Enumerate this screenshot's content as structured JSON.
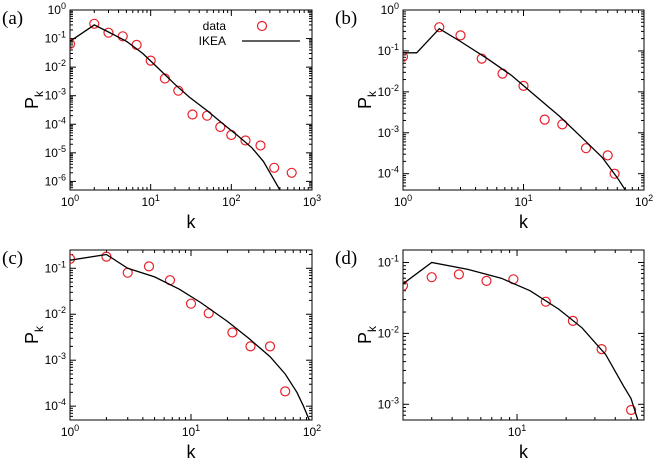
{
  "colors": {
    "data_marker": "#e8202a",
    "model_line": "#000000",
    "frame": "#000000"
  },
  "legend": {
    "data_label": "data",
    "model_label": "IKEA"
  },
  "chart_data": [
    {
      "type": "scatter",
      "panel_label": "(a)",
      "xlabel": "k",
      "ylabel": {
        "main": "P",
        "sub": "k"
      },
      "xscale": "log",
      "yscale": "log",
      "xlim": [
        1,
        1000
      ],
      "ylim": [
        5e-07,
        1
      ],
      "xticks": [
        {
          "base": "10",
          "exp": "0",
          "value": 1
        },
        {
          "base": "10",
          "exp": "1",
          "value": 10
        },
        {
          "base": "10",
          "exp": "2",
          "value": 100
        },
        {
          "base": "10",
          "exp": "3",
          "value": 1000
        }
      ],
      "yticks": [
        {
          "base": "10",
          "exp": "-6",
          "value": 1e-06
        },
        {
          "base": "10",
          "exp": "-5",
          "value": 1e-05
        },
        {
          "base": "10",
          "exp": "-4",
          "value": 0.0001
        },
        {
          "base": "10",
          "exp": "-3",
          "value": 0.001
        },
        {
          "base": "10",
          "exp": "-2",
          "value": 0.01
        },
        {
          "base": "10",
          "exp": "-1",
          "value": 0.1
        },
        {
          "base": "10",
          "exp": "0",
          "value": 1
        }
      ],
      "legend": "top-center",
      "series": [
        {
          "name": "data",
          "kind": "markers",
          "x": [
            1,
            2,
            3,
            4.5,
            6.7,
            10,
            15,
            22,
            33,
            50,
            73,
            100,
            150,
            230,
            340,
            560
          ],
          "y": [
            0.065,
            0.33,
            0.16,
            0.12,
            0.06,
            0.017,
            0.004,
            0.0015,
            0.00022,
            0.0002,
            8e-05,
            4.2e-05,
            2.7e-05,
            1.8e-05,
            3e-06,
            2e-06
          ]
        },
        {
          "name": "IKEA",
          "kind": "line",
          "x": [
            1,
            2,
            3,
            5,
            8,
            12,
            20,
            30,
            50,
            80,
            120,
            180,
            250,
            320,
            400
          ],
          "y": [
            0.08,
            0.3,
            0.17,
            0.08,
            0.03,
            0.01,
            0.0025,
            0.0009,
            0.0003,
            0.0001,
            4e-05,
            1.5e-05,
            5e-06,
            1.5e-06,
            5e-07
          ]
        }
      ]
    },
    {
      "type": "scatter",
      "panel_label": "(b)",
      "xlabel": "k",
      "ylabel": {
        "main": "P",
        "sub": "k"
      },
      "xscale": "log",
      "yscale": "log",
      "xlim": [
        1,
        100
      ],
      "ylim": [
        4e-05,
        1
      ],
      "xticks": [
        {
          "base": "10",
          "exp": "0",
          "value": 1
        },
        {
          "base": "10",
          "exp": "1",
          "value": 10
        },
        {
          "base": "10",
          "exp": "2",
          "value": 100
        }
      ],
      "yticks": [
        {
          "base": "10",
          "exp": "-4",
          "value": 0.0001
        },
        {
          "base": "10",
          "exp": "-3",
          "value": 0.001
        },
        {
          "base": "10",
          "exp": "-2",
          "value": 0.01
        },
        {
          "base": "10",
          "exp": "-1",
          "value": 0.1
        },
        {
          "base": "10",
          "exp": "0",
          "value": 1
        }
      ],
      "series": [
        {
          "name": "data",
          "kind": "markers",
          "x": [
            1,
            2,
            3,
            4.5,
            6.7,
            10,
            15,
            21,
            33,
            50,
            57
          ],
          "y": [
            0.072,
            0.38,
            0.24,
            0.065,
            0.028,
            0.014,
            0.0021,
            0.0016,
            0.00042,
            0.00028,
            0.0001
          ]
        },
        {
          "name": "IKEA",
          "kind": "line",
          "x": [
            1,
            1.3,
            2,
            3,
            5,
            8,
            12,
            20,
            30,
            45,
            60,
            70
          ],
          "y": [
            0.09,
            0.09,
            0.35,
            0.17,
            0.065,
            0.025,
            0.009,
            0.0025,
            0.0008,
            0.00025,
            8e-05,
            4e-05
          ]
        }
      ]
    },
    {
      "type": "scatter",
      "panel_label": "(c)",
      "xlabel": "k",
      "ylabel": {
        "main": "P",
        "sub": "k"
      },
      "xscale": "log",
      "yscale": "log",
      "xlim": [
        1,
        100
      ],
      "ylim": [
        5e-05,
        0.25
      ],
      "xticks": [
        {
          "base": "10",
          "exp": "0",
          "value": 1
        },
        {
          "base": "10",
          "exp": "1",
          "value": 10
        },
        {
          "base": "10",
          "exp": "2",
          "value": 100
        }
      ],
      "yticks": [
        {
          "base": "10",
          "exp": "-4",
          "value": 0.0001
        },
        {
          "base": "10",
          "exp": "-3",
          "value": 0.001
        },
        {
          "base": "10",
          "exp": "-2",
          "value": 0.01
        },
        {
          "base": "10",
          "exp": "-1",
          "value": 0.1
        }
      ],
      "series": [
        {
          "name": "data",
          "kind": "markers",
          "x": [
            1,
            2,
            3,
            4.5,
            6.7,
            10,
            14,
            22,
            31,
            45,
            60
          ],
          "y": [
            0.16,
            0.18,
            0.08,
            0.11,
            0.055,
            0.017,
            0.0105,
            0.004,
            0.002,
            0.002,
            0.00021
          ]
        },
        {
          "name": "IKEA",
          "kind": "line",
          "x": [
            1,
            2,
            3,
            5,
            8,
            12,
            20,
            30,
            45,
            60,
            75,
            85,
            95
          ],
          "y": [
            0.15,
            0.2,
            0.1,
            0.065,
            0.035,
            0.018,
            0.007,
            0.003,
            0.0012,
            0.0005,
            0.0002,
            0.0001,
            5e-05
          ]
        }
      ]
    },
    {
      "type": "scatter",
      "panel_label": "(d)",
      "xlabel": "k",
      "ylabel": {
        "main": "P",
        "sub": "k"
      },
      "xscale": "log",
      "yscale": "log",
      "xlim": [
        2,
        60
      ],
      "ylim": [
        0.0006,
        0.15
      ],
      "xticks": [
        {
          "base": "10",
          "exp": "1",
          "value": 10
        }
      ],
      "yticks": [
        {
          "base": "10",
          "exp": "-3",
          "value": 0.001
        },
        {
          "base": "10",
          "exp": "-2",
          "value": 0.01
        },
        {
          "base": "10",
          "exp": "-1",
          "value": 0.1
        }
      ],
      "series": [
        {
          "name": "data",
          "kind": "markers",
          "x": [
            2,
            3,
            4.4,
            6.5,
            9.5,
            15,
            22,
            33,
            50
          ],
          "y": [
            0.047,
            0.062,
            0.068,
            0.055,
            0.058,
            0.028,
            0.015,
            0.006,
            0.00083
          ]
        },
        {
          "name": "IKEA",
          "kind": "line",
          "x": [
            2,
            3,
            5,
            8,
            12,
            18,
            25,
            35,
            45,
            50,
            55
          ],
          "y": [
            0.05,
            0.1,
            0.08,
            0.06,
            0.04,
            0.022,
            0.012,
            0.005,
            0.0018,
            0.0012,
            0.0006
          ]
        }
      ]
    }
  ]
}
